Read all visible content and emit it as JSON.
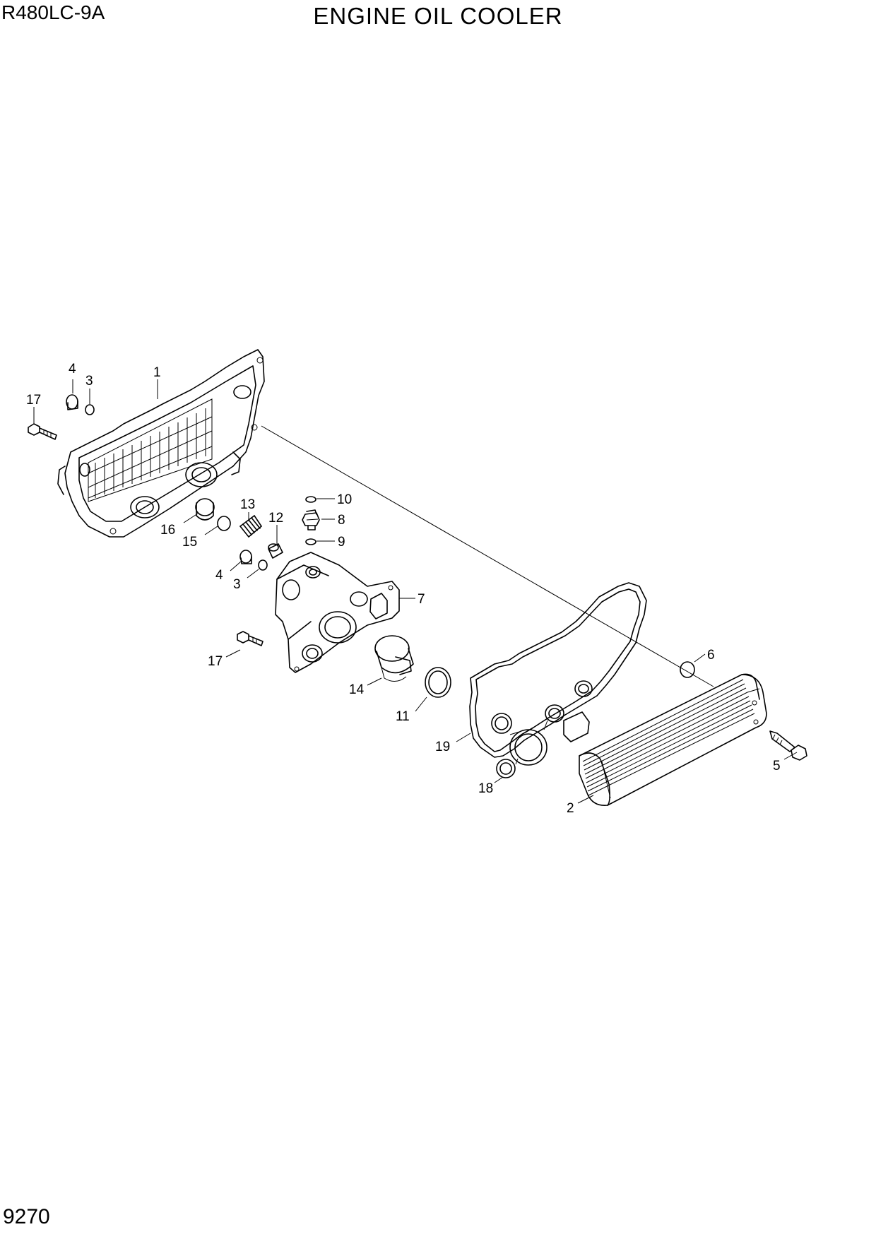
{
  "header": {
    "model": "R480LC-9A",
    "title": "ENGINE OIL COOLER"
  },
  "footer": {
    "page_number": "9270"
  },
  "callouts": {
    "c1": "1",
    "c2": "2",
    "c3a": "3",
    "c3b": "3",
    "c4a": "4",
    "c4b": "4",
    "c5": "5",
    "c6": "6",
    "c7": "7",
    "c8": "8",
    "c9": "9",
    "c10": "10",
    "c11": "11",
    "c12": "12",
    "c13": "13",
    "c14": "14",
    "c15": "15",
    "c16": "16",
    "c17a": "17",
    "c17b": "17",
    "c18": "18",
    "c19": "19"
  }
}
